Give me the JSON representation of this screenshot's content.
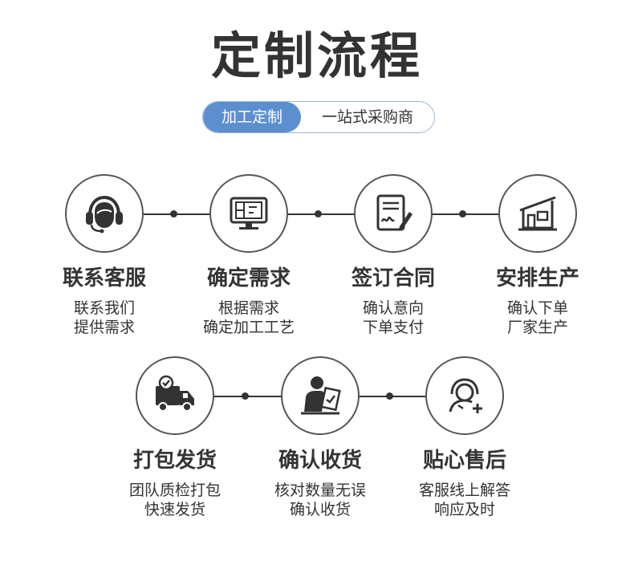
{
  "title": "定制流程",
  "tag": {
    "left": "加工定制",
    "right": "一站式采购商"
  },
  "steps": [
    {
      "title": "联系客服",
      "desc": [
        "联系我们",
        "提供需求"
      ],
      "icon": "headset-icon"
    },
    {
      "title": "确定需求",
      "desc": [
        "根据需求",
        "确定加工工艺"
      ],
      "icon": "monitor-icon"
    },
    {
      "title": "签订合同",
      "desc": [
        "确认意向",
        "下单支付"
      ],
      "icon": "contract-sign-icon"
    },
    {
      "title": "安排生产",
      "desc": [
        "确认下单",
        "厂家生产"
      ],
      "icon": "factory-icon"
    },
    {
      "title": "打包发货",
      "desc": [
        "团队质检打包",
        "快速发货"
      ],
      "icon": "delivery-truck-icon"
    },
    {
      "title": "确认收货",
      "desc": [
        "核对数量无误",
        "确认收货"
      ],
      "icon": "person-checking-icon"
    },
    {
      "title": "贴心售后",
      "desc": [
        "客服线上解答",
        "响应及时"
      ],
      "icon": "support-user-icon"
    }
  ]
}
